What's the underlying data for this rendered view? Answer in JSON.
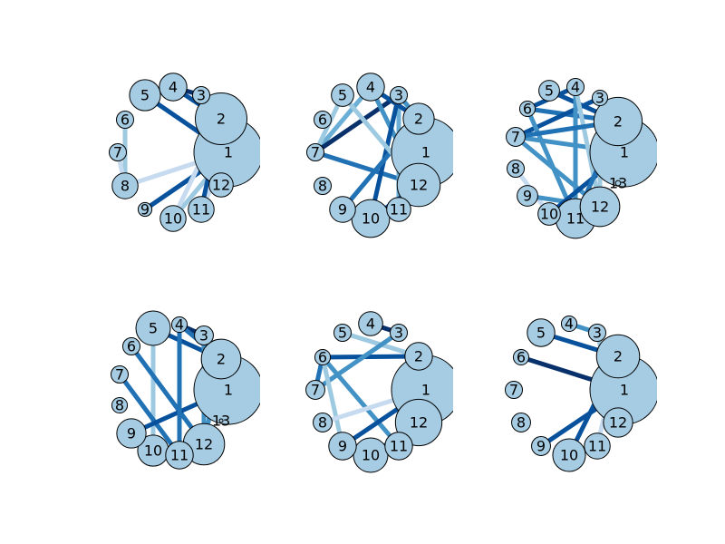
{
  "figure": {
    "node_color": "#a6cce3",
    "edge_colormap": [
      "#deebf7",
      "#c6dbef",
      "#9ecae1",
      "#6baed6",
      "#4292c6",
      "#2171b5",
      "#08519c",
      "#08306b"
    ],
    "panels": [
      {
        "id": "panel-1",
        "nodes": [
          {
            "label": "1",
            "size": 4.0
          },
          {
            "label": "2",
            "size": 3.0
          },
          {
            "label": "3",
            "size": 1.0
          },
          {
            "label": "4",
            "size": 1.6
          },
          {
            "label": "5",
            "size": 1.8
          },
          {
            "label": "6",
            "size": 1.0
          },
          {
            "label": "7",
            "size": 1.0
          },
          {
            "label": "8",
            "size": 1.5
          },
          {
            "label": "9",
            "size": 0.8
          },
          {
            "label": "10",
            "size": 1.5
          },
          {
            "label": "11",
            "size": 1.5
          },
          {
            "label": "12",
            "size": 1.4
          }
        ],
        "edges": [
          {
            "source": "5",
            "target": "1",
            "weight": 0.85
          },
          {
            "source": "4",
            "target": "3",
            "weight": 0.95
          },
          {
            "source": "4",
            "target": "2",
            "weight": 0.8
          },
          {
            "source": "6",
            "target": "8",
            "weight": 0.25
          },
          {
            "source": "7",
            "target": "8",
            "weight": 0.15
          },
          {
            "source": "8",
            "target": "1",
            "weight": 0.1
          },
          {
            "source": "9",
            "target": "1",
            "weight": 0.9
          },
          {
            "source": "10",
            "target": "1",
            "weight": 0.3
          },
          {
            "source": "11",
            "target": "1",
            "weight": 0.15
          },
          {
            "source": "11",
            "target": "2",
            "weight": 0.8
          },
          {
            "source": "12",
            "target": "2",
            "weight": 0.7
          },
          {
            "source": "10",
            "target": "2",
            "weight": 0.2
          }
        ]
      },
      {
        "id": "panel-2",
        "nodes": [
          {
            "label": "1",
            "size": 4.0
          },
          {
            "label": "2",
            "size": 1.8
          },
          {
            "label": "3",
            "size": 1.0
          },
          {
            "label": "4",
            "size": 1.6
          },
          {
            "label": "5",
            "size": 1.3
          },
          {
            "label": "6",
            "size": 1.0
          },
          {
            "label": "7",
            "size": 1.0
          },
          {
            "label": "8",
            "size": 1.0
          },
          {
            "label": "9",
            "size": 1.5
          },
          {
            "label": "10",
            "size": 2.2
          },
          {
            "label": "11",
            "size": 1.4
          },
          {
            "label": "12",
            "size": 2.5
          }
        ],
        "edges": [
          {
            "source": "4",
            "target": "7",
            "weight": 0.4
          },
          {
            "source": "5",
            "target": "7",
            "weight": 0.3
          },
          {
            "source": "3",
            "target": "7",
            "weight": 0.95
          },
          {
            "source": "7",
            "target": "12",
            "weight": 0.7
          },
          {
            "source": "4",
            "target": "12",
            "weight": 0.5
          },
          {
            "source": "3",
            "target": "11",
            "weight": 0.4
          },
          {
            "source": "4",
            "target": "2",
            "weight": 0.8
          },
          {
            "source": "3",
            "target": "10",
            "weight": 0.85
          },
          {
            "source": "9",
            "target": "2",
            "weight": 0.75
          },
          {
            "source": "10",
            "target": "12",
            "weight": 0.8
          },
          {
            "source": "11",
            "target": "1",
            "weight": 0.6
          },
          {
            "source": "5",
            "target": "12",
            "weight": 0.35
          },
          {
            "source": "3",
            "target": "2",
            "weight": 0.5
          }
        ]
      },
      {
        "id": "panel-3",
        "nodes": [
          {
            "label": "1",
            "size": 4.0
          },
          {
            "label": "2",
            "size": 2.8
          },
          {
            "label": "3",
            "size": 0.9
          },
          {
            "label": "4",
            "size": 1.0
          },
          {
            "label": "5",
            "size": 1.2
          },
          {
            "label": "6",
            "size": 0.9
          },
          {
            "label": "7",
            "size": 1.1
          },
          {
            "label": "8",
            "size": 1.0
          },
          {
            "label": "9",
            "size": 1.2
          },
          {
            "label": "10",
            "size": 1.3
          },
          {
            "label": "11",
            "size": 2.3
          },
          {
            "label": "12",
            "size": 2.3
          },
          {
            "label": "13",
            "size": 0.3
          }
        ],
        "edges": [
          {
            "source": "5",
            "target": "2",
            "weight": 0.85
          },
          {
            "source": "6",
            "target": "4",
            "weight": 0.9
          },
          {
            "source": "6",
            "target": "2",
            "weight": 0.7
          },
          {
            "source": "7",
            "target": "3",
            "weight": 0.8
          },
          {
            "source": "7",
            "target": "1",
            "weight": 0.6
          },
          {
            "source": "7",
            "target": "12",
            "weight": 0.5
          },
          {
            "source": "4",
            "target": "11",
            "weight": 0.55
          },
          {
            "source": "4",
            "target": "12",
            "weight": 0.35
          },
          {
            "source": "6",
            "target": "11",
            "weight": 0.5
          },
          {
            "source": "8",
            "target": "10",
            "weight": 0.15
          },
          {
            "source": "9",
            "target": "12",
            "weight": 0.55
          },
          {
            "source": "10",
            "target": "1",
            "weight": 0.9
          },
          {
            "source": "11",
            "target": "2",
            "weight": 0.65
          },
          {
            "source": "12",
            "target": "3",
            "weight": 0.35
          },
          {
            "source": "7",
            "target": "2",
            "weight": 0.75
          }
        ]
      },
      {
        "id": "panel-4",
        "nodes": [
          {
            "label": "1",
            "size": 4.0
          },
          {
            "label": "2",
            "size": 2.3
          },
          {
            "label": "3",
            "size": 1.1
          },
          {
            "label": "4",
            "size": 0.9
          },
          {
            "label": "5",
            "size": 2.0
          },
          {
            "label": "6",
            "size": 1.0
          },
          {
            "label": "7",
            "size": 1.0
          },
          {
            "label": "8",
            "size": 0.9
          },
          {
            "label": "9",
            "size": 1.7
          },
          {
            "label": "10",
            "size": 1.8
          },
          {
            "label": "11",
            "size": 1.6
          },
          {
            "label": "12",
            "size": 2.4
          },
          {
            "label": "13",
            "size": 0.2
          }
        ],
        "edges": [
          {
            "source": "5",
            "target": "2",
            "weight": 0.85
          },
          {
            "source": "4",
            "target": "3",
            "weight": 0.95
          },
          {
            "source": "4",
            "target": "2",
            "weight": 0.75
          },
          {
            "source": "5",
            "target": "10",
            "weight": 0.3
          },
          {
            "source": "6",
            "target": "12",
            "weight": 0.65
          },
          {
            "source": "7",
            "target": "11",
            "weight": 0.7
          },
          {
            "source": "9",
            "target": "1",
            "weight": 0.9
          },
          {
            "source": "4",
            "target": "11",
            "weight": 0.75
          },
          {
            "source": "12",
            "target": "2",
            "weight": 0.5
          },
          {
            "source": "3",
            "target": "12",
            "weight": 0.6
          }
        ]
      },
      {
        "id": "panel-5",
        "nodes": [
          {
            "label": "1",
            "size": 4.0
          },
          {
            "label": "2",
            "size": 1.6
          },
          {
            "label": "3",
            "size": 1.0
          },
          {
            "label": "4",
            "size": 1.4
          },
          {
            "label": "5",
            "size": 1.0
          },
          {
            "label": "6",
            "size": 0.9
          },
          {
            "label": "7",
            "size": 1.1
          },
          {
            "label": "8",
            "size": 1.1
          },
          {
            "label": "9",
            "size": 1.6
          },
          {
            "label": "10",
            "size": 2.0
          },
          {
            "label": "11",
            "size": 1.6
          },
          {
            "label": "12",
            "size": 2.7
          }
        ],
        "edges": [
          {
            "source": "4",
            "target": "3",
            "weight": 0.95
          },
          {
            "source": "5",
            "target": "2",
            "weight": 0.3
          },
          {
            "source": "6",
            "target": "2",
            "weight": 0.8
          },
          {
            "source": "6",
            "target": "7",
            "weight": 0.65
          },
          {
            "source": "6",
            "target": "11",
            "weight": 0.6
          },
          {
            "source": "7",
            "target": "3",
            "weight": 0.5
          },
          {
            "source": "6",
            "target": "9",
            "weight": 0.3
          },
          {
            "source": "8",
            "target": "1",
            "weight": 0.15
          },
          {
            "source": "9",
            "target": "1",
            "weight": 0.85
          },
          {
            "source": "10",
            "target": "12",
            "weight": 0.75
          },
          {
            "source": "11",
            "target": "1",
            "weight": 0.7
          },
          {
            "source": "12",
            "target": "2",
            "weight": 0.55
          }
        ]
      },
      {
        "id": "panel-6",
        "nodes": [
          {
            "label": "1",
            "size": 4.0
          },
          {
            "label": "2",
            "size": 2.5
          },
          {
            "label": "3",
            "size": 1.0
          },
          {
            "label": "4",
            "size": 0.9
          },
          {
            "label": "5",
            "size": 1.6
          },
          {
            "label": "6",
            "size": 0.9
          },
          {
            "label": "7",
            "size": 1.0
          },
          {
            "label": "8",
            "size": 1.1
          },
          {
            "label": "9",
            "size": 1.1
          },
          {
            "label": "10",
            "size": 1.9
          },
          {
            "label": "11",
            "size": 1.5
          },
          {
            "label": "12",
            "size": 1.7
          }
        ],
        "edges": [
          {
            "source": "4",
            "target": "3",
            "weight": 0.6
          },
          {
            "source": "5",
            "target": "2",
            "weight": 0.8
          },
          {
            "source": "6",
            "target": "1",
            "weight": 0.95
          },
          {
            "source": "9",
            "target": "1",
            "weight": 0.9
          },
          {
            "source": "10",
            "target": "2",
            "weight": 0.8
          },
          {
            "source": "11",
            "target": "2",
            "weight": 0.2
          },
          {
            "source": "12",
            "target": "3",
            "weight": 0.35
          }
        ]
      }
    ]
  }
}
